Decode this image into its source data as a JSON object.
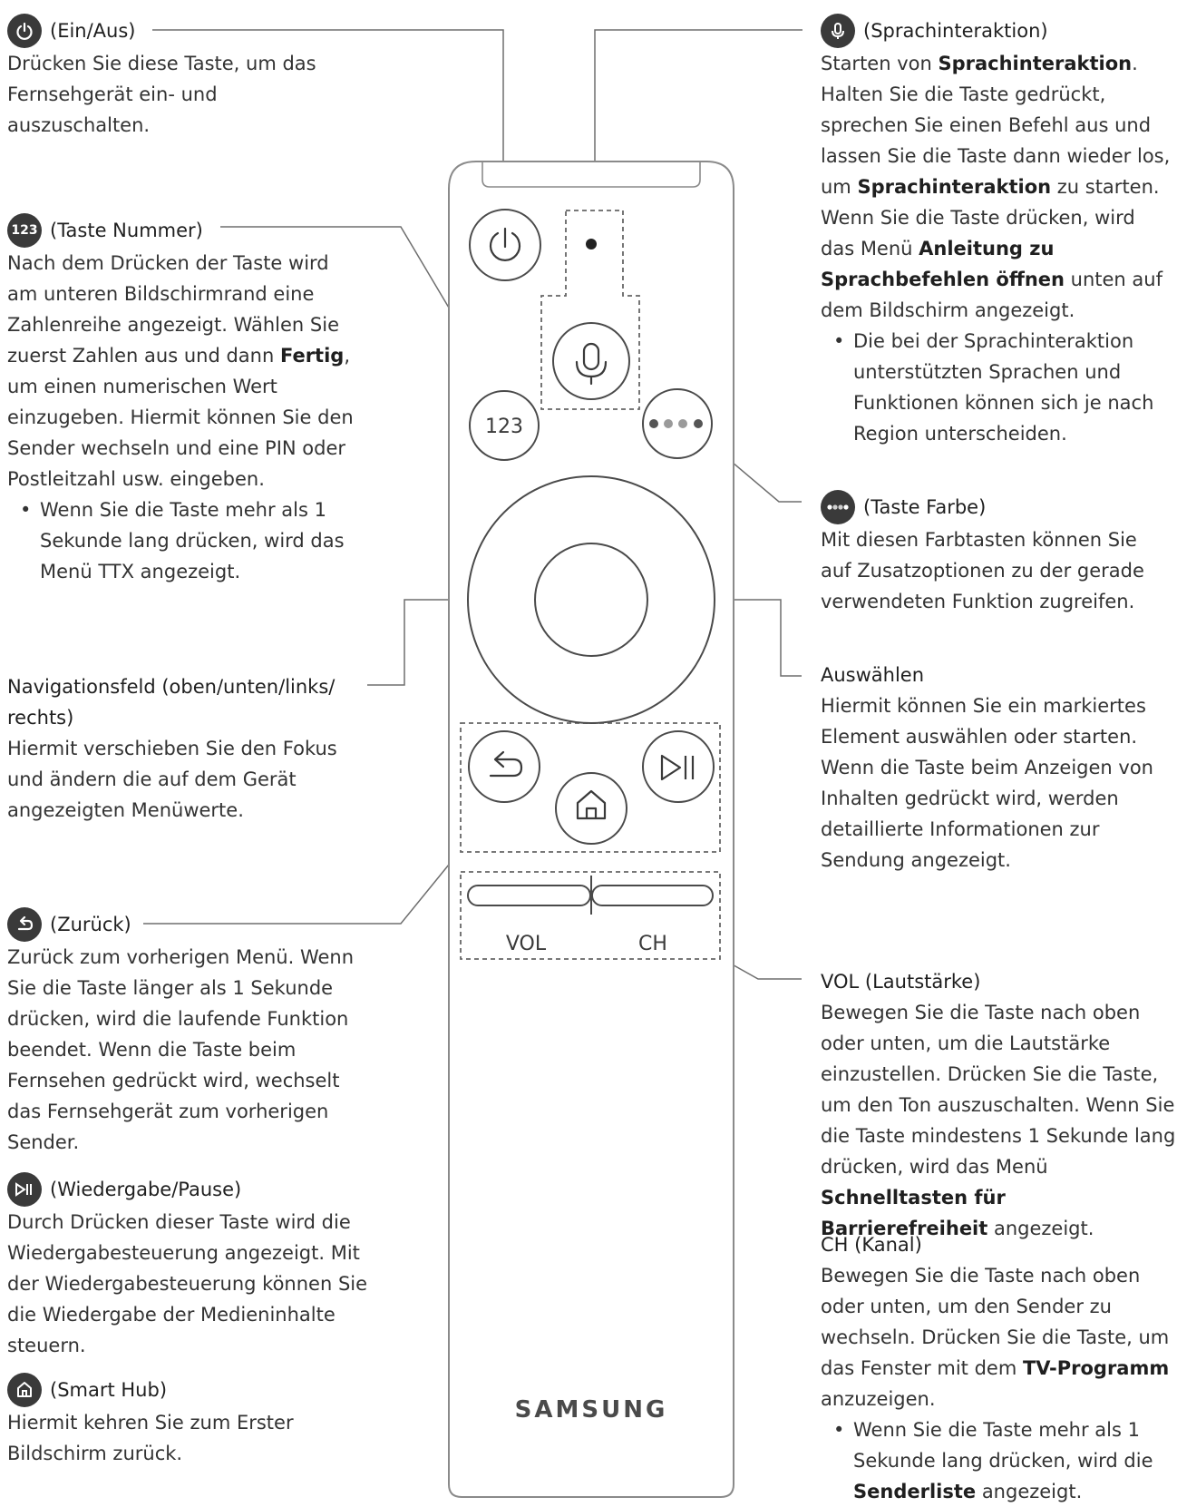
{
  "power": {
    "title": "(Ein/Aus)",
    "desc": "Drücken Sie diese Taste, um das Fernsehgerät ein- und auszuschalten."
  },
  "number": {
    "title": "(Taste Nummer)",
    "desc_a": "Nach dem Drücken der Taste wird am unteren Bildschirmrand eine Zahlenreihe angezeigt. Wählen Sie zuerst Zahlen aus und dann ",
    "desc_bold": "Fertig",
    "desc_b": ", um einen numerischen Wert einzugeben. Hiermit können Sie den Sender wechseln und eine PIN oder Postleitzahl usw. eingeben.",
    "bullet": "Wenn Sie die Taste mehr als 1 Sekunde lang drücken, wird das Menü TTX angezeigt."
  },
  "nav": {
    "title": "Navigationsfeld (oben/unten/links/ rechts)",
    "desc": "Hiermit verschieben Sie den Fokus und ändern die auf dem Gerät angezeigten Menüwerte."
  },
  "back": {
    "title": "(Zurück)",
    "desc": "Zurück zum vorherigen Menü. Wenn Sie die Taste länger als 1 Sekunde drücken, wird die laufende Funktion beendet. Wenn die Taste beim Fernsehen gedrückt wird, wechselt das Fernsehgerät zum vorherigen Sender."
  },
  "play": {
    "title": "(Wiedergabe/Pause)",
    "desc": "Durch Drücken dieser Taste wird die Wiedergabesteuerung angezeigt. Mit der Wiedergabesteuerung können Sie die Wiedergabe der Medieninhalte steuern."
  },
  "home": {
    "title": "(Smart Hub)",
    "desc": "Hiermit kehren Sie zum Erster Bildschirm zurück."
  },
  "voice": {
    "title": "(Sprachinteraktion)",
    "p1_a": "Starten von ",
    "p1_b1": "Sprachinteraktion",
    "p1_c": ". Halten Sie die Taste gedrückt, sprechen Sie einen Befehl aus und lassen Sie die Taste dann wieder los, um ",
    "p1_b2": "Sprachinteraktion",
    "p1_d": " zu starten.",
    "p2_a": "Wenn Sie die Taste drücken, wird das Menü ",
    "p2_b": "Anleitung zu Sprachbefehlen öffnen",
    "p2_c": " unten auf dem Bildschirm angezeigt.",
    "bullet": "Die bei der Sprachinteraktion unterstützten Sprachen und Funktionen können sich je nach Region unterscheiden."
  },
  "color": {
    "title": "(Taste Farbe)",
    "desc": "Mit diesen Farbtasten können Sie auf Zusatzoptionen zu der gerade verwendeten Funktion zugreifen."
  },
  "select": {
    "title": "Auswählen",
    "desc": "Hiermit können Sie ein markiertes Element auswählen oder starten. Wenn die Taste beim Anzeigen von Inhalten gedrückt wird, werden detaillierte Informationen zur Sendung angezeigt."
  },
  "vol": {
    "title": "VOL (Lautstärke)",
    "desc_a": "Bewegen Sie die Taste nach oben oder unten, um die Lautstärke einzustellen. Drücken Sie die Taste, um den Ton auszuschalten. Wenn Sie die Taste mindestens 1 Sekunde lang drücken, wird das Menü ",
    "desc_bold": "Schnelltasten für Barrierefreiheit",
    "desc_b": " angezeigt."
  },
  "ch": {
    "title": "CH (Kanal)",
    "desc_a": "Bewegen Sie die Taste nach oben oder unten, um den Sender zu wechseln. Drücken Sie die Taste, um das Fenster mit dem ",
    "desc_bold": "TV-Programm",
    "desc_b": " anzuzeigen.",
    "bullet_a": "Wenn Sie die Taste mehr als 1 Sekunde lang drücken, wird die ",
    "bullet_bold": "Senderliste",
    "bullet_b": " angezeigt."
  },
  "remote": {
    "num_label": "123",
    "vol_label": "VOL",
    "ch_label": "CH",
    "brand": "SAMSUNG"
  }
}
